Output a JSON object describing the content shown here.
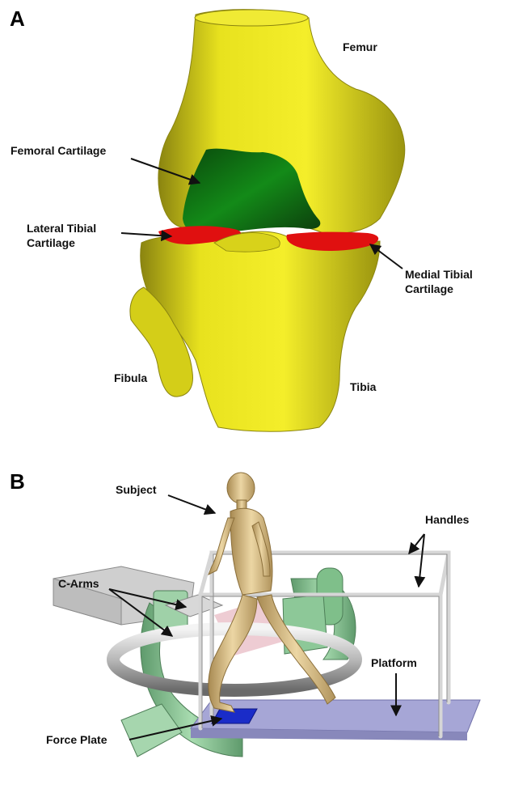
{
  "panel_a": {
    "letter": "A",
    "labels": {
      "femur": "Femur",
      "femoral_cartilage": "Femoral Cartilage",
      "lateral_tibial_cartilage_1": "Lateral Tibial",
      "lateral_tibial_cartilage_2": "Cartilage",
      "medial_tibial_cartilage_1": "Medial Tibial",
      "medial_tibial_cartilage_2": "Cartilage",
      "fibula": "Fibula",
      "tibia": "Tibia"
    },
    "colors": {
      "bone": "#e6e01c",
      "femoral_cartilage": "#0f5a12",
      "tibial_cartilage": "#e01010"
    }
  },
  "panel_b": {
    "letter": "B",
    "labels": {
      "subject": "Subject",
      "handles": "Handles",
      "c_arms": "C-Arms",
      "platform": "Platform",
      "force_plate": "Force Plate"
    },
    "colors": {
      "c_arm": "#8fc79a",
      "platform": "#a8a8d8",
      "force_plate": "#1a2cc8",
      "handles": "#e8e8e8",
      "subject": "#d8c08a"
    }
  }
}
